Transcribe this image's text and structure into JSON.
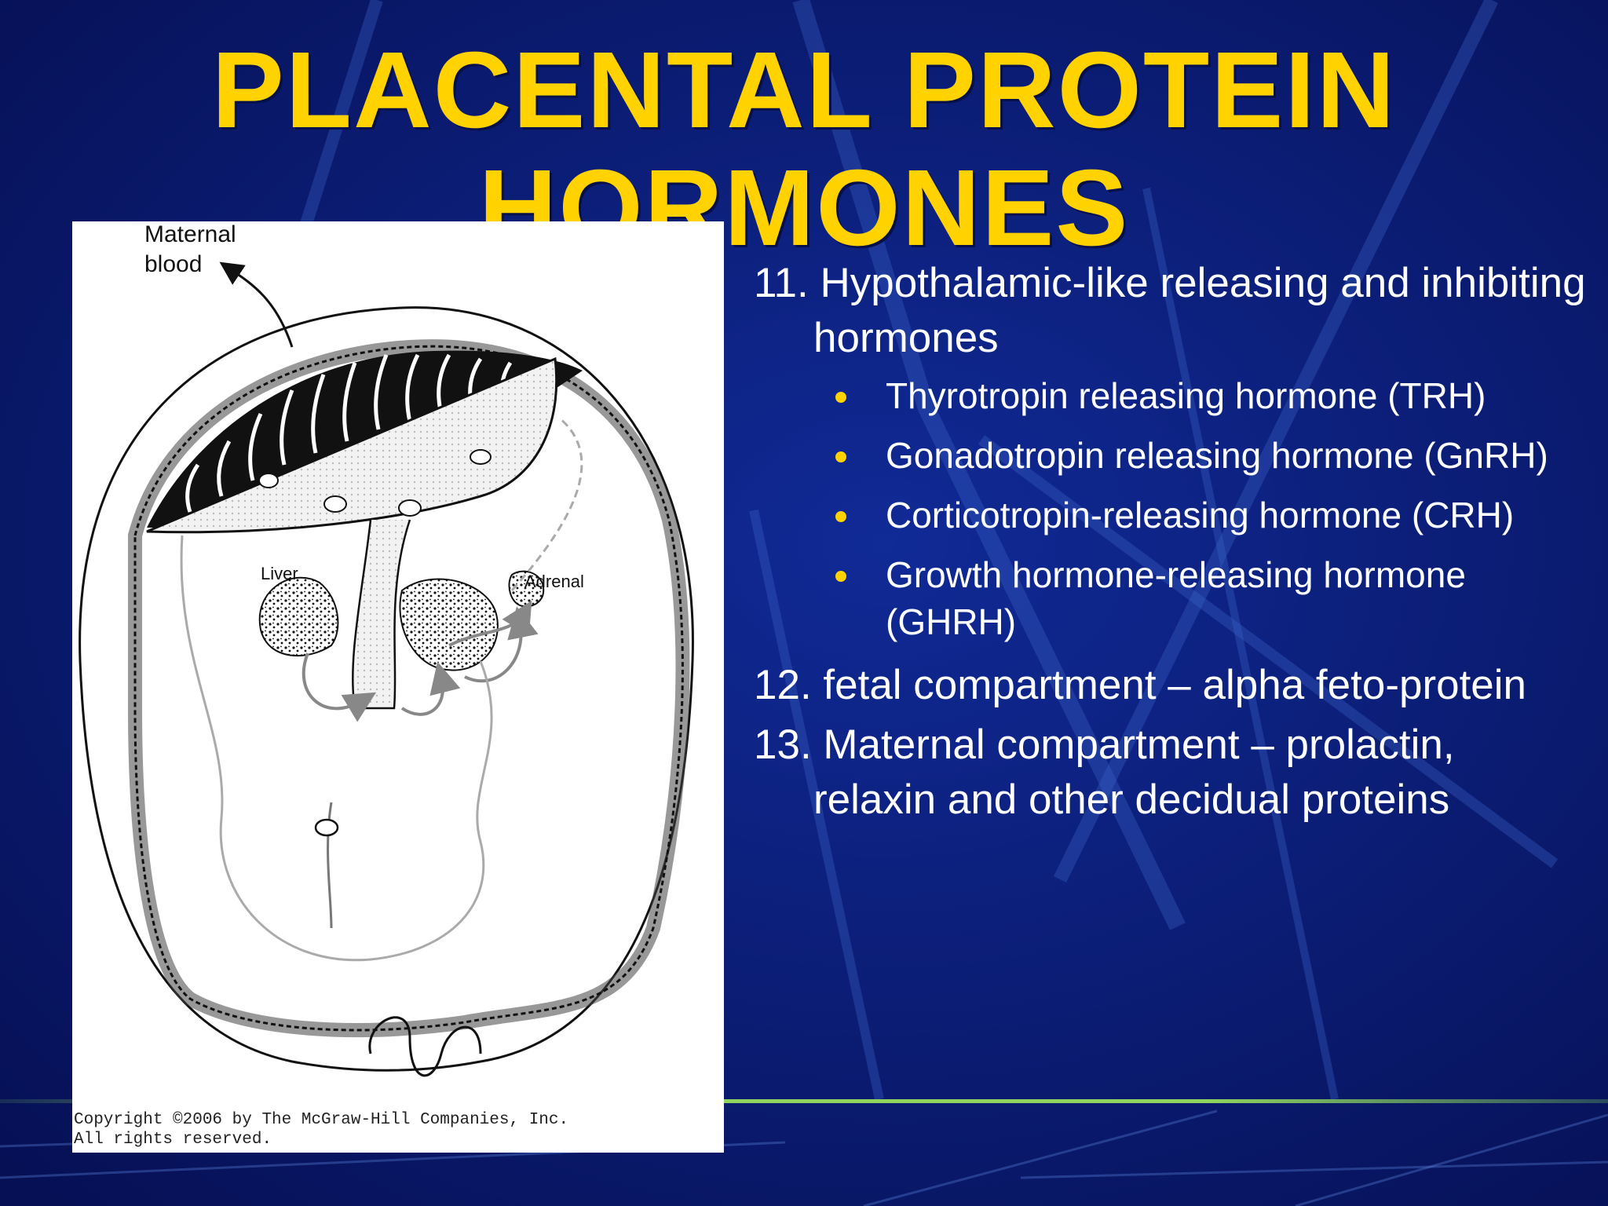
{
  "slide": {
    "title": "PLACENTAL PROTEIN HORMONES",
    "colors": {
      "background": "#0a1a6e",
      "title": "#ffd200",
      "text": "#ffffff",
      "bullet": "#ffd200",
      "accent_line": "#8fd45e"
    }
  },
  "figure": {
    "labels": {
      "maternal_blood_1": "Maternal",
      "maternal_blood_2": "blood",
      "liver": "Liver",
      "adrenal": "Adrenal"
    },
    "copyright_1": "Copyright ©2006 by The McGraw-Hill Companies, Inc.",
    "copyright_2": "All rights reserved."
  },
  "content": {
    "item11": "11. Hypothalamic-like releasing and inhibiting hormones",
    "subitems": [
      "Thyrotropin releasing hormone (TRH)",
      "Gonadotropin releasing hormone (GnRH)",
      "Corticotropin-releasing hormone (CRH)",
      "Growth hormone-releasing hormone (GHRH)"
    ],
    "item12": "12. fetal compartment – alpha feto-protein",
    "item13": "13. Maternal compartment – prolactin, relaxin and other decidual proteins"
  }
}
